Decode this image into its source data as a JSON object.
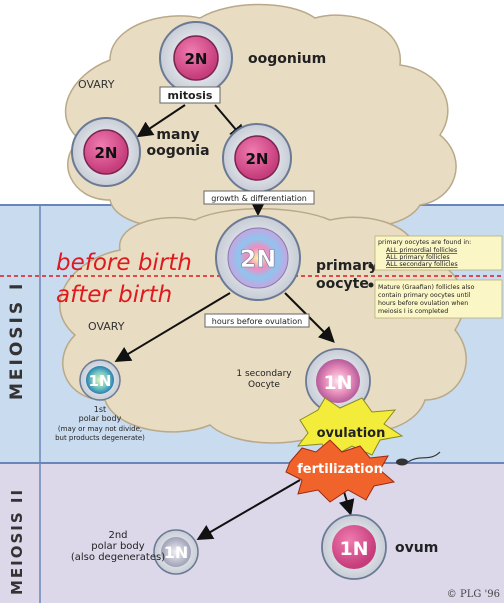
{
  "diagram": {
    "stages": {
      "oogonium_label": "oogonium",
      "ovary_top": "OVARY",
      "ovary_bottom": "OVARY",
      "mitosis": "mitosis",
      "many_oogonia": [
        "many",
        "oogonia"
      ],
      "growth": "growth & differentiation",
      "hours_before_ovulation": "hours before ovulation",
      "primary_oocyte": [
        "primary",
        "oocyte"
      ],
      "secondary_oocyte": [
        "1 secondary",
        "Oocyte"
      ],
      "first_polar_body": [
        "1st",
        "polar body",
        "(may or may not divide,",
        "but products degenerate)"
      ],
      "second_polar_body": [
        "2nd",
        "polar body",
        "(also degenerates)"
      ],
      "ovum": "ovum",
      "ovulation": "ovulation",
      "fertilization": "fertilization"
    },
    "cells": {
      "oogonium": "2N",
      "oogonia_left": "2N",
      "oogonia_right": "2N",
      "primary": "2N",
      "first_polar": "1N",
      "secondary": "1N",
      "second_polar": "1N",
      "ovum": "1N"
    },
    "birth_labels": {
      "before": "before birth",
      "after": "after birth"
    },
    "side_labels": {
      "meiosis_1": "MEIOSIS I",
      "meiosis_2": "MEIOSIS II"
    },
    "notes": {
      "primary_found": [
        "primary oocytes are found in:",
        "ALL primordial follicles",
        "ALL primary follicles",
        "ALL secondary follicles"
      ],
      "mature": [
        "Mature (Graafian) follicles also",
        "contain primary oocytes until",
        "hours before ovulation when",
        "meiosis I is completed"
      ]
    },
    "copyright": "© PLG '96",
    "colors": {
      "ovary": "#e8dcc2",
      "meiosis1_band": "#c9dbee",
      "meiosis2_band": "#dcd8ea",
      "cell_pink": "#d9528f",
      "before_birth": "#e0191f",
      "note_bg": "#fbf6c6"
    }
  }
}
